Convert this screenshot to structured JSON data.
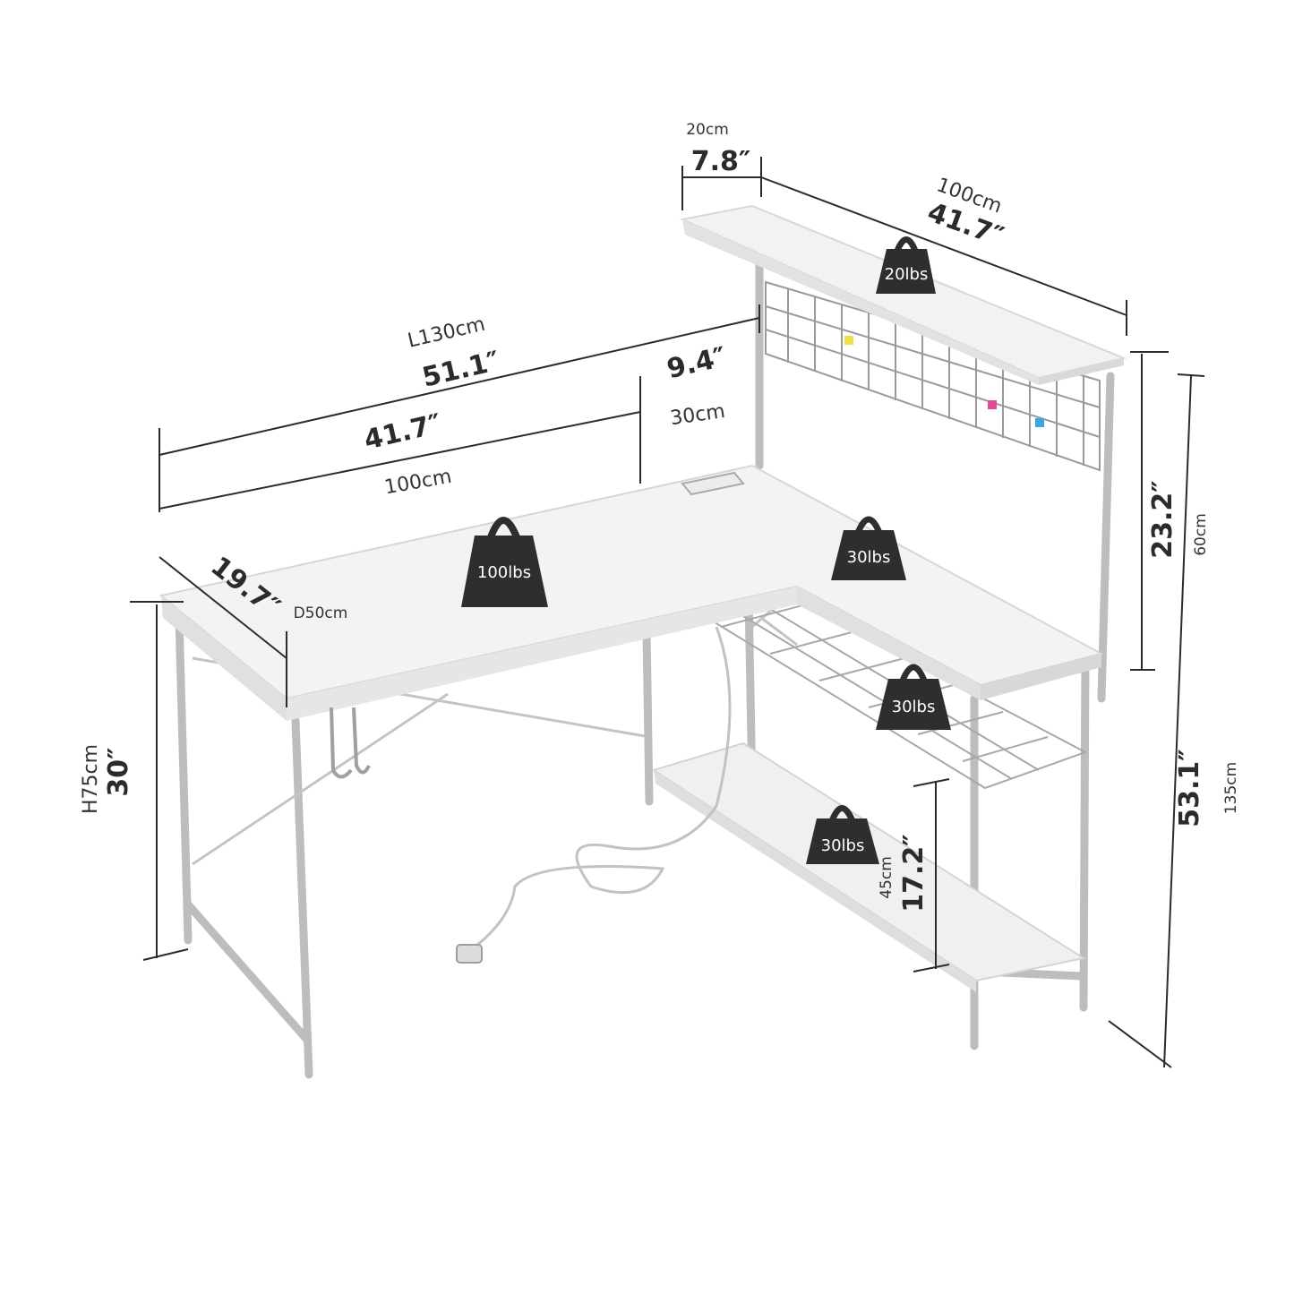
{
  "dimensions": {
    "shelf_depth_cm": "20cm",
    "shelf_depth_in": "7.8″",
    "shelf_length_cm": "100cm",
    "shelf_length_in": "41.7″",
    "total_length_cm": "L130cm",
    "total_length_in": "51.1″",
    "corner_depth_in": "9.4″",
    "corner_depth_cm": "30cm",
    "main_length_in": "41.7″",
    "main_length_cm": "100cm",
    "desk_depth_in": "19.7″",
    "desk_depth_cm": "D50cm",
    "desk_height_cm": "H75cm",
    "desk_height_in": "30″",
    "hutch_height_in": "23.2″",
    "hutch_height_cm": "60cm",
    "total_height_in": "53.1″",
    "total_height_cm": "135cm",
    "shelf_gap_cm": "45cm",
    "shelf_gap_in": "17.2″"
  },
  "weights": {
    "desk_top": "100lbs",
    "top_shelf": "20lbs",
    "corner": "30lbs",
    "wire_shelf": "30lbs",
    "bottom_shelf": "30lbs"
  },
  "colors": {
    "frame": "#c9c9c9",
    "board": "#f1f1f1",
    "board_edge": "#dcdcdc",
    "weight": "#2e2e2e",
    "dim_line": "#2b2b2b"
  }
}
